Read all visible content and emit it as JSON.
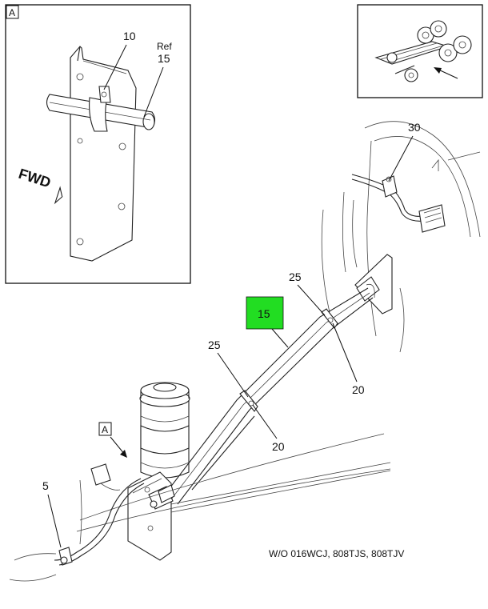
{
  "detail_box": {
    "tag": "A",
    "callouts": {
      "part_10": "10",
      "ref_label": "Ref",
      "ref_part": "15"
    },
    "direction_label": "FWD"
  },
  "main_view": {
    "detail_tag": "A",
    "callouts": {
      "part_30": "30",
      "part_25_upper": "25",
      "part_25_lower": "25",
      "part_15": "15",
      "part_20_upper": "20",
      "part_20_lower": "20",
      "part_5": "5"
    },
    "highlight_color": "#22dd22",
    "footnote": "W/O 016WCJ, 808TJS, 808TJV"
  }
}
